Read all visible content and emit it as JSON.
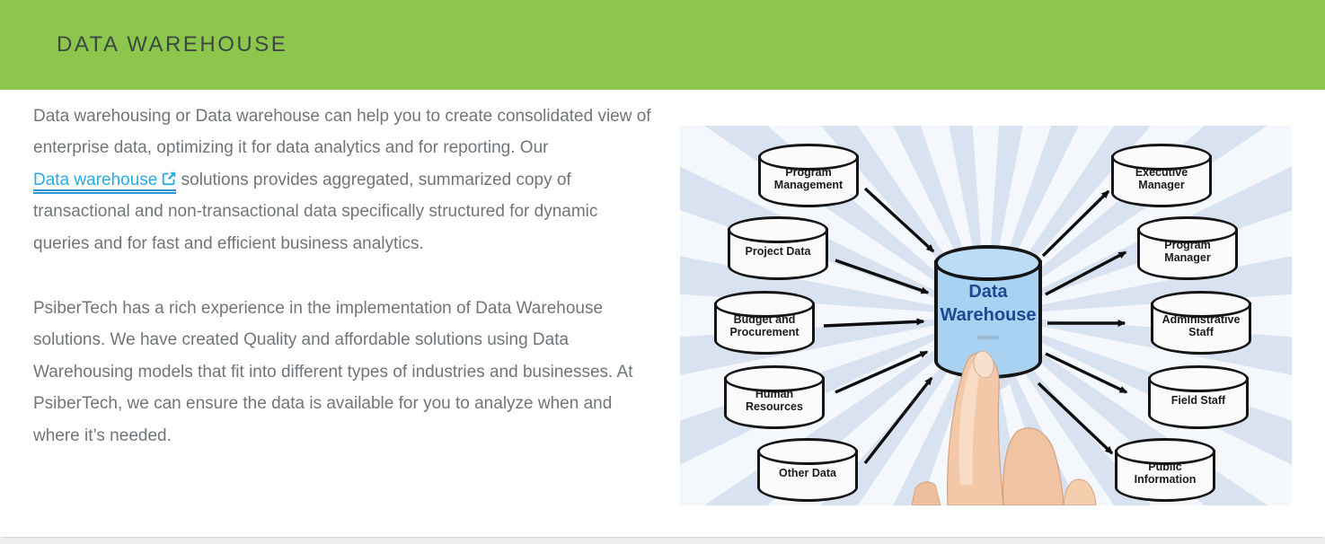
{
  "header": {
    "title": "DATA WAREHOUSE"
  },
  "theme": {
    "header_bg": "#8cc64c",
    "header_text": "#3e4843",
    "body_text": "#70757a",
    "link_blue": "#29abe2",
    "diagram_bg": "#e7edf6",
    "center_cylinder_fill": "#a9d2f2",
    "center_cylinder_text": "#1c4990",
    "divider_gray": "#ededed"
  },
  "article": {
    "p1_before_link": "Data warehousing or Data warehouse can help you to create consolidated view of enterprise data, optimizing it for data analytics and for reporting. Our ",
    "link_text": "Data warehouse",
    "link_icon": "external-link-icon",
    "p1_after_link": " solutions provides aggregated, summarized copy of transactional and non-transactional data specifically structured for dynamic queries and for fast and efficient business analytics.",
    "p2": "PsiberTech has a rich experience in the implementation of Data Warehouse solutions. We have created Quality and affordable solutions using Data Warehousing models that fit into different types of industries and businesses. At PsiberTech, we can ensure the data is available for you to analyze when and where it’s needed."
  },
  "diagram": {
    "center_label": "Data Warehouse",
    "sources": [
      "Program Management",
      "Project Data",
      "Budget and Procurement",
      "Human Resources",
      "Other Data"
    ],
    "consumers": [
      "Executive Manager",
      "Program Manager",
      "Administrative Staff",
      "Field Staff",
      "Public Information"
    ]
  }
}
